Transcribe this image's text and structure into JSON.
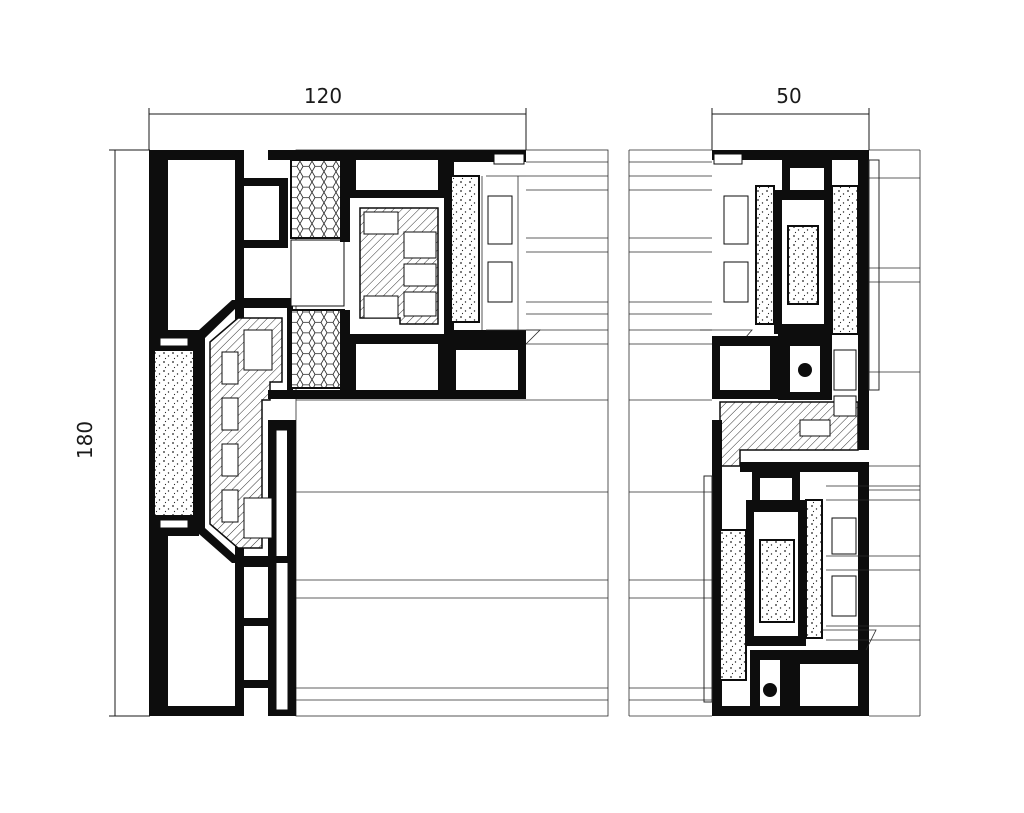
{
  "dimensions": {
    "left_width": "120",
    "right_width": "50",
    "height": "180"
  },
  "colors": {
    "line": "#0d0d0d",
    "background": "#ffffff"
  }
}
